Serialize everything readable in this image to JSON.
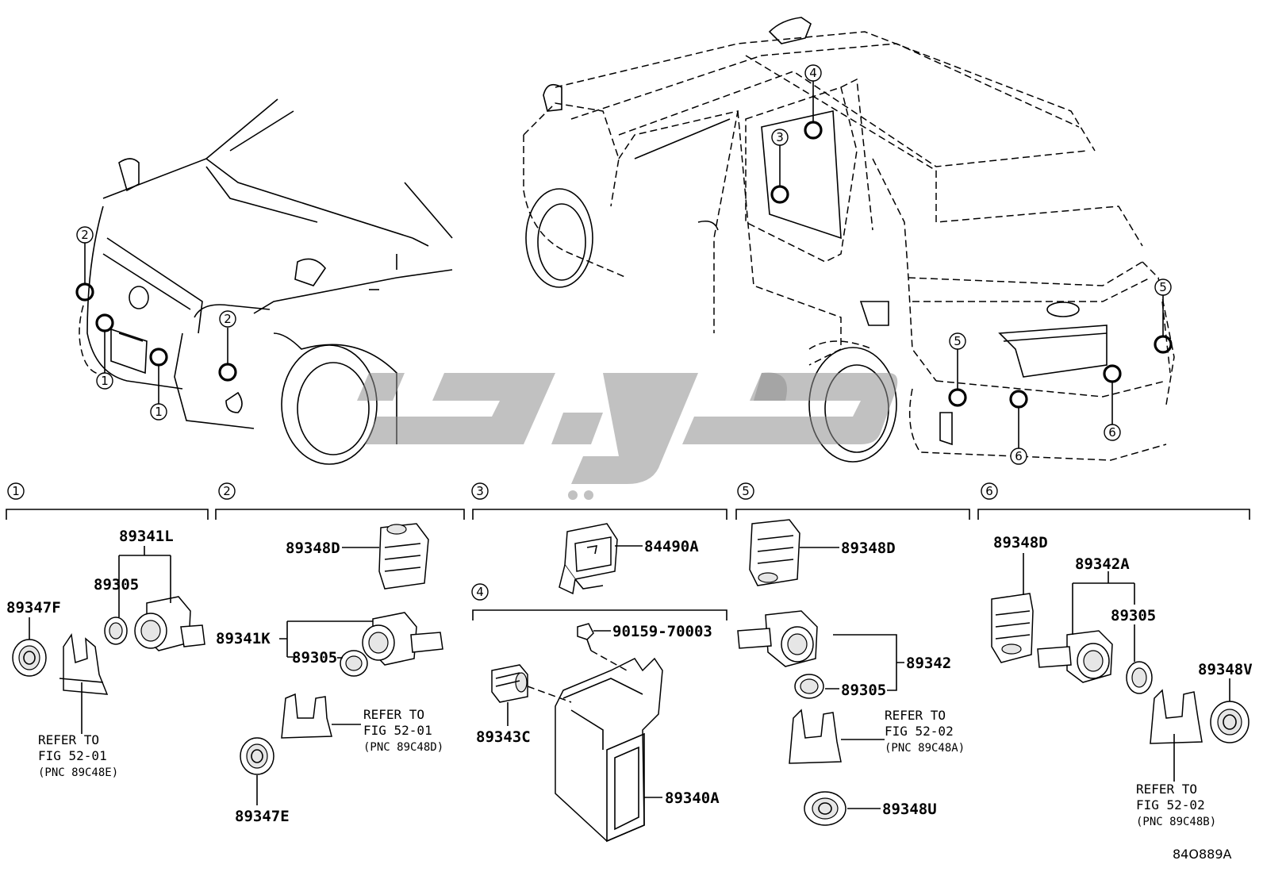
{
  "diagram_code": "84O889A",
  "callout_numbers": [
    "1",
    "2",
    "3",
    "4",
    "5",
    "6"
  ],
  "groups": {
    "g1": {
      "number": "1",
      "parts": [
        "89341L",
        "89305",
        "89347F"
      ],
      "refer": [
        "REFER TO",
        "FIG 52-01",
        "(PNC 89C48E)"
      ]
    },
    "g2": {
      "number": "2",
      "parts": [
        "89348D",
        "89341K",
        "89305",
        "89347E"
      ],
      "refer": [
        "REFER TO",
        "FIG 52-01",
        "(PNC 89C48D)"
      ]
    },
    "g3": {
      "number": "3",
      "parts": [
        "84490A"
      ]
    },
    "g4": {
      "number": "4",
      "parts": [
        "90159-70003",
        "89343C",
        "89340A"
      ]
    },
    "g5": {
      "number": "5",
      "parts": [
        "89348D",
        "89342",
        "89305",
        "89348U"
      ],
      "refer": [
        "REFER TO",
        "FIG 52-02",
        "(PNC 89C48A)"
      ]
    },
    "g6": {
      "number": "6",
      "parts": [
        "89348D",
        "89342A",
        "89305",
        "89348V"
      ],
      "refer": [
        "REFER TO",
        "FIG 52-02",
        "(PNC 89C48B)"
      ]
    }
  }
}
